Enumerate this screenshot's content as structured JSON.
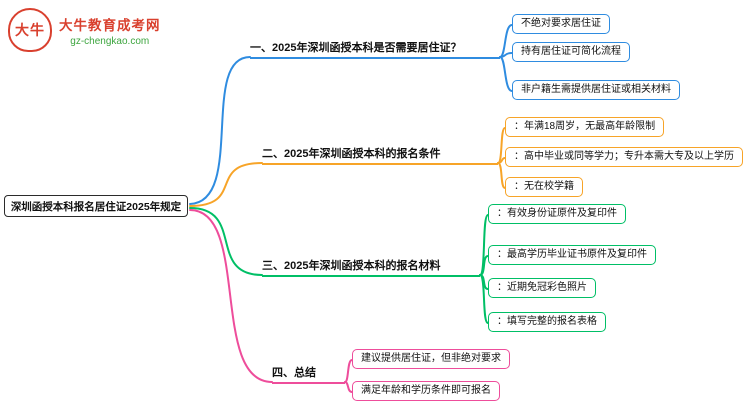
{
  "logo": {
    "mark_text": "大牛",
    "title": "大牛教育成考网",
    "domain": "gz-chengkao.com"
  },
  "root": {
    "label": "深圳函授本科报名居住证2025年规定"
  },
  "colors": {
    "branch1": "#2f8ce0",
    "branch2": "#f7a428",
    "branch3": "#00bf66",
    "branch4": "#ee4d9b",
    "logo_red": "#d9402e",
    "logo_green": "#3da53f"
  },
  "branches": [
    {
      "label": "一、2025年深圳函授本科是否需要居住证？",
      "color": "#2f8ce0",
      "leaves": [
        "不绝对要求居住证",
        "持有居住证可简化流程",
        "非户籍生需提供居住证或相关材料"
      ]
    },
    {
      "label": "二、2025年深圳函授本科的报名条件",
      "color": "#f7a428",
      "leaves": [
        "：年满18周岁，无最高年龄限制",
        "：高中毕业或同等学力；专升本需大专及以上学历",
        "：无在校学籍"
      ]
    },
    {
      "label": "三、2025年深圳函授本科的报名材料",
      "color": "#00bf66",
      "leaves": [
        "：有效身份证原件及复印件",
        "：最高学历毕业证书原件及复印件",
        "：近期免冠彩色照片",
        "：填写完整的报名表格"
      ]
    },
    {
      "label": "四、总结",
      "color": "#ee4d9b",
      "leaves": [
        "建议提供居住证，但非绝对要求",
        "满足年龄和学历条件即可报名"
      ]
    }
  ]
}
